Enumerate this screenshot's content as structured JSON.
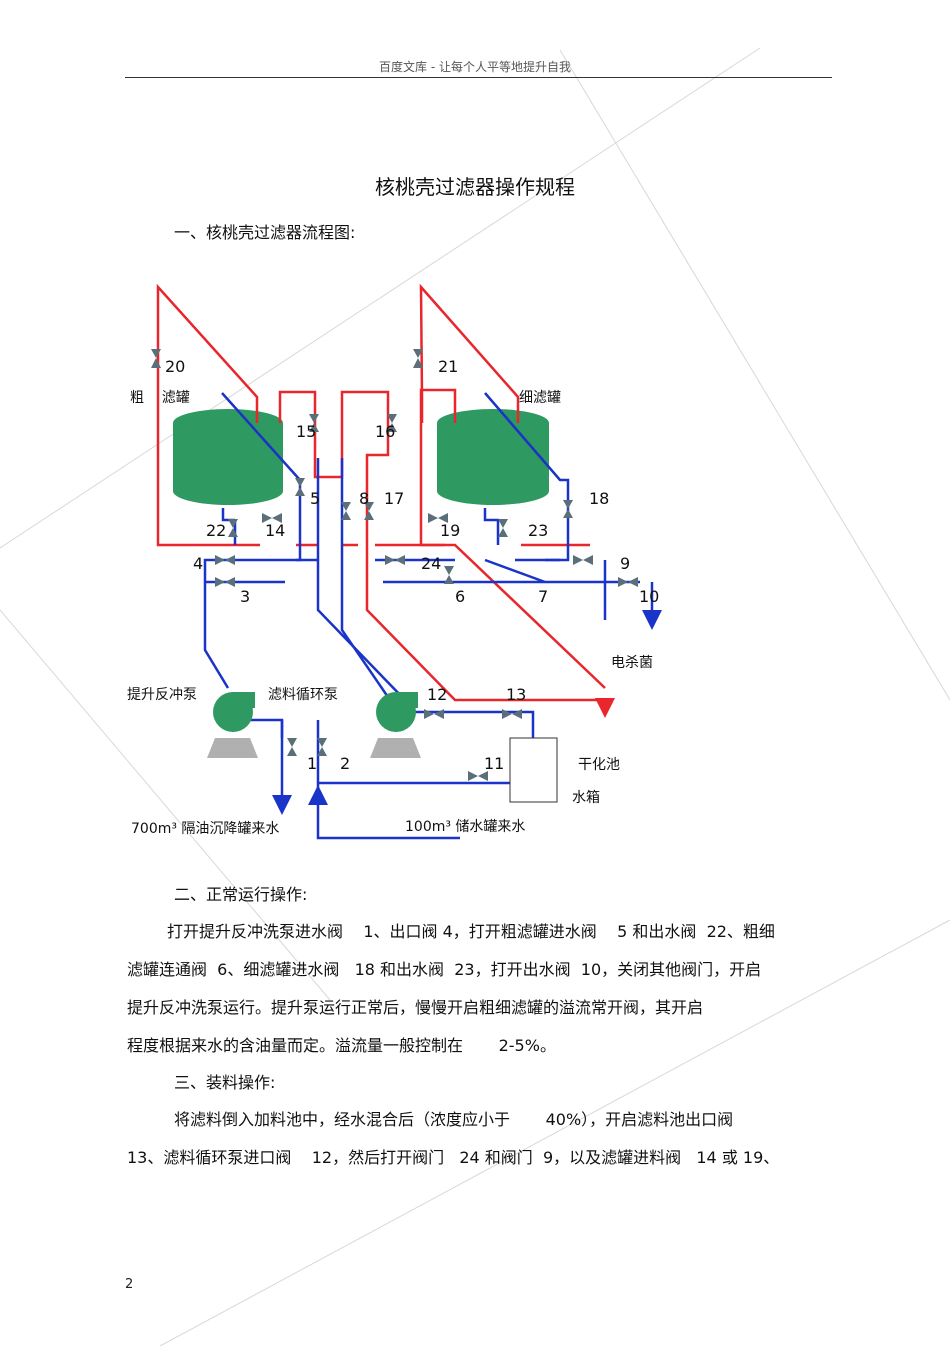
{
  "header": {
    "text": "百度文库 - 让每个人平等地提升自我"
  },
  "title": "核桃壳过滤器操作规程",
  "sections": {
    "s1": "一、核桃壳过滤器流程图:",
    "s2": "二、正常运行操作:",
    "s3": "三、装料操作:"
  },
  "diagram": {
    "labels": {
      "coarse_tank": "粗    滤罐",
      "fine_tank": "细滤罐",
      "backwash_pump": "提升反冲泵",
      "circ_pump": "滤料循环泵",
      "disinfect": "电杀菌",
      "dry_pool": "干化池",
      "water_tank": "水箱",
      "inlet_700": "700m³ 隔油沉降罐来水",
      "inlet_100": "100m³ 储水罐来水"
    },
    "valves": [
      "1",
      "2",
      "3",
      "4",
      "5",
      "6",
      "7",
      "8",
      "9",
      "10",
      "11",
      "12",
      "13",
      "14",
      "15",
      "16",
      "17",
      "18",
      "19",
      "20",
      "21",
      "22",
      "23",
      "24"
    ]
  },
  "section2_lines": [
    "打开提升反冲洗泵进水阀    1、出口阀 4，打开粗滤罐进水阀    5 和出水阀  22、粗细",
    "滤罐连通阀  6、细滤罐进水阀   18 和出水阀  23，打开出水阀  10，关闭其他阀门，开启",
    "提升反冲洗泵运行。提升泵运行正常后，慢慢开启粗细滤罐的溢流常开阀，其开启",
    "程度根据来水的含油量而定。溢流量一般控制在       2-5%。"
  ],
  "section3_lines": [
    "将滤料倒入加料池中，经水混合后（浓度应小于       40%），开启滤料池出口阀",
    "13、滤料循环泵进口阀    12，然后打开阀门   24 和阀门  9，以及滤罐进料阀   14 或 19、"
  ],
  "page_number": "2",
  "colors": {
    "red_line": "#e8262b",
    "blue_line": "#1a33c8",
    "tank": "#2e9960",
    "valve": "#5a6f7a"
  }
}
